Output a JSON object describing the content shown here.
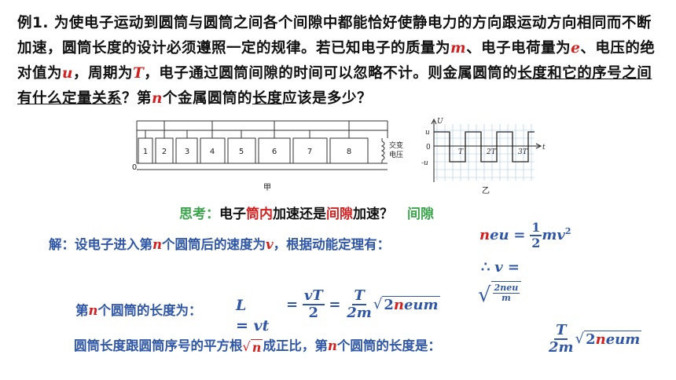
{
  "problem": {
    "p1": "例1. 为使电子运动到圆筒与圆筒之间各个间隙中都能恰好使静电力的方向跟运动方向相同而不断加速，圆筒长度的设计必须遵照一定的规律。若已知电子的质量为",
    "m": "m",
    "p2": "、电子电荷量为",
    "e": "e",
    "p3": "、电压的绝对值为",
    "u": "u",
    "p4": "，周期为",
    "T": "T",
    "p5": "，电子通过圆筒间隙的时间可以忽略不计。则金属圆筒的",
    "p6": "长度和它的序号之间有什么定量关系",
    "p7": "？第",
    "n": "n",
    "p8": "个金属圆筒的",
    "p9": "长度",
    "p10": "应该是多少？"
  },
  "figure_left": {
    "tube_numbers": [
      "1",
      "2",
      "3",
      "4",
      "5",
      "6",
      "7",
      "8"
    ],
    "zero": "0",
    "source_label_1": "交变",
    "source_label_2": "电压",
    "caption": "甲"
  },
  "figure_right": {
    "axis_U": "U",
    "axis_t": "t",
    "label_u": "u",
    "label_0": "0",
    "label_neg_u": "-u",
    "tick_T": "T",
    "tick_2T": "2T",
    "tick_3T": "3T",
    "caption": "乙"
  },
  "think": {
    "label": "思考：",
    "q1": "电子",
    "q_red1": "筒内",
    "q2": "加速还是",
    "q_red2": "间隙",
    "q3": "加速？",
    "answer": "间隙"
  },
  "solution": {
    "line1": "解：设电子进入第",
    "n": "n",
    "line1b": "个圆筒后的速度为",
    "v": "v",
    "line1c": "，根据动能定理有：",
    "eq_lhs_n": "n",
    "eq_lhs_rest": "eu",
    "eq_eq": "=",
    "half_num": "1",
    "half_den": "2",
    "mv": "mv",
    "sq": "2",
    "therefore": "∴",
    "v_eq": "v =",
    "sqrt_num": "2neu",
    "sqrt_den": "m",
    "line2": "第",
    "line2b": "个圆筒的长度为：",
    "L": "L",
    "L_eq": "= vt",
    "eq2": "=",
    "vT": "vT",
    "two": "2",
    "T": "T",
    "twom": "2m",
    "root_2": "2",
    "root_n": "n",
    "root_rest": "eum",
    "line3": "圆筒长度跟圆筒序号的平方根",
    "line3_root": "n",
    "line3b": "成正比，第",
    "line3c": "个圆筒的长度是："
  }
}
